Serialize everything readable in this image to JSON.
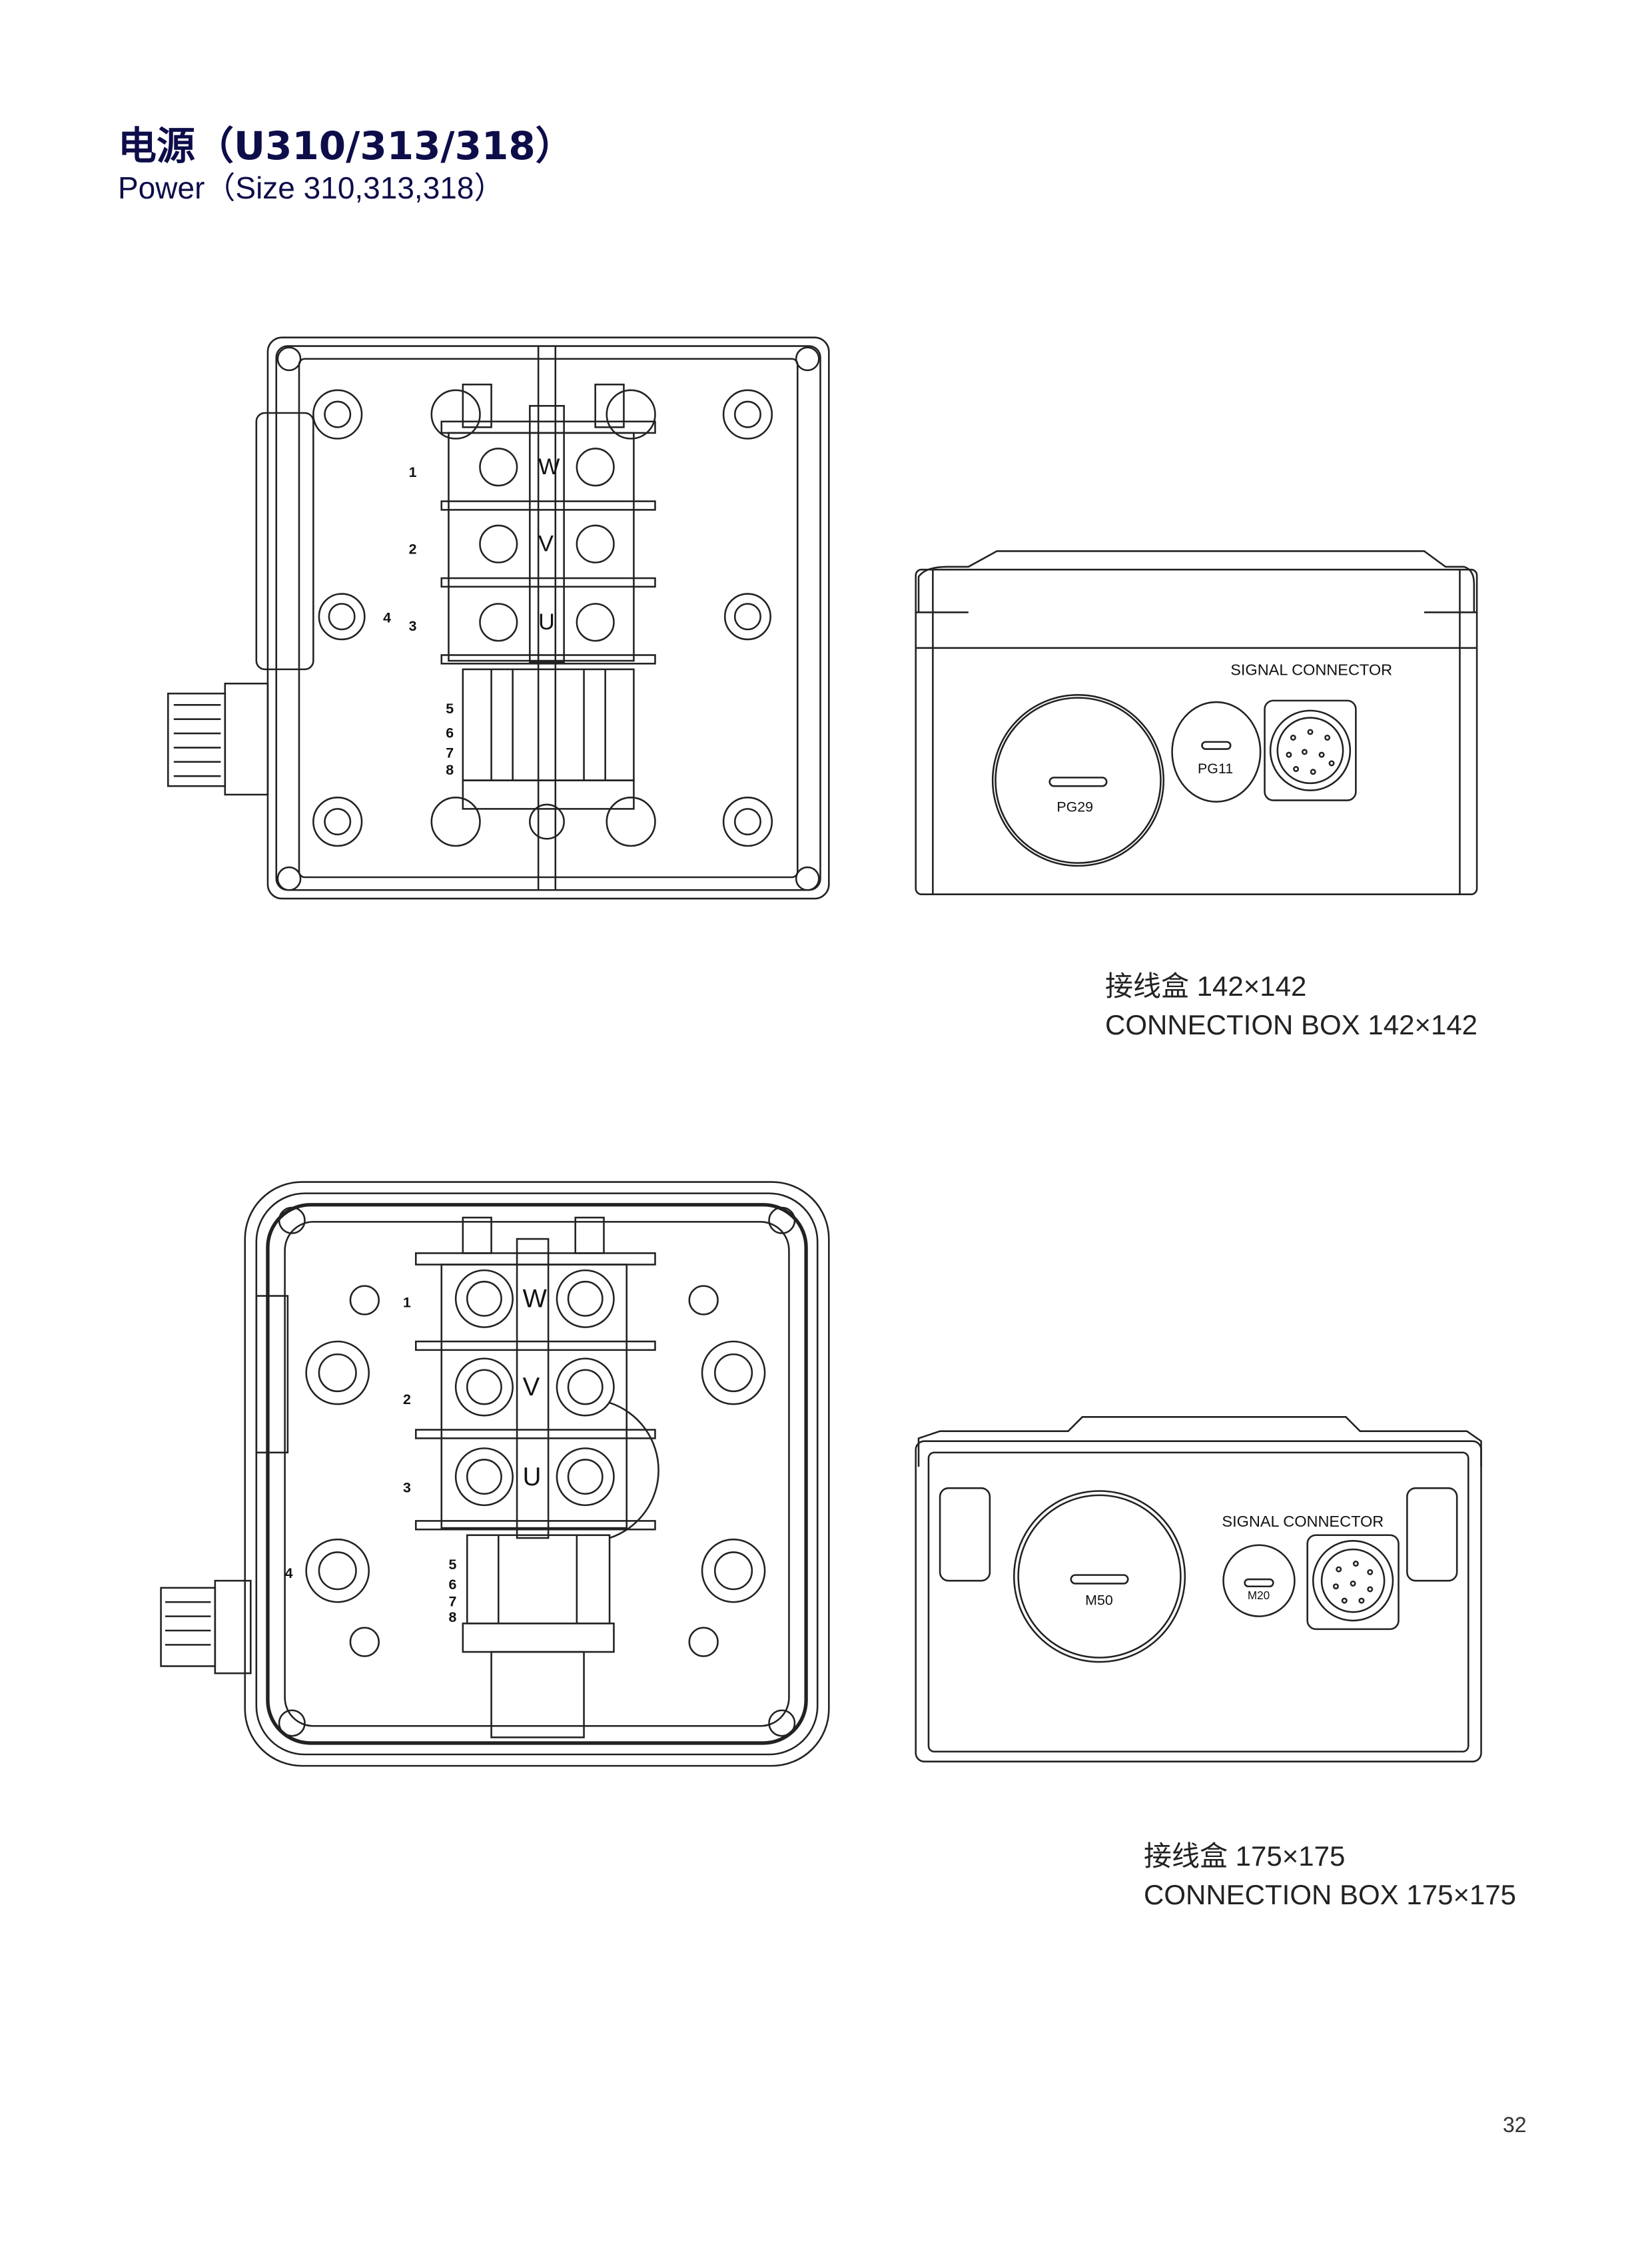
{
  "header": {
    "title": "电源（U310/313/318）",
    "subtitle": "Power（Size 310,313,318）"
  },
  "drawings": [
    {
      "terminal_labels": [
        "1",
        "2",
        "3",
        "4",
        "5",
        "6",
        "7",
        "8"
      ],
      "phase_labels": [
        "W",
        "V",
        "U"
      ],
      "signal_label": "SIGNAL CONNECTOR",
      "gland_large": "PG29",
      "gland_small": "PG11",
      "caption_cn": "接线盒 142×142",
      "caption_en": "CONNECTION BOX 142×142"
    },
    {
      "terminal_labels": [
        "1",
        "2",
        "3",
        "4",
        "5",
        "6",
        "7",
        "8"
      ],
      "phase_labels": [
        "W",
        "V",
        "U"
      ],
      "signal_label": "SIGNAL CONNECTOR",
      "gland_large": "M50",
      "gland_small": "M20",
      "caption_cn": "接线盒 175×175",
      "caption_en": "CONNECTION BOX 175×175"
    }
  ],
  "page_number": "32"
}
